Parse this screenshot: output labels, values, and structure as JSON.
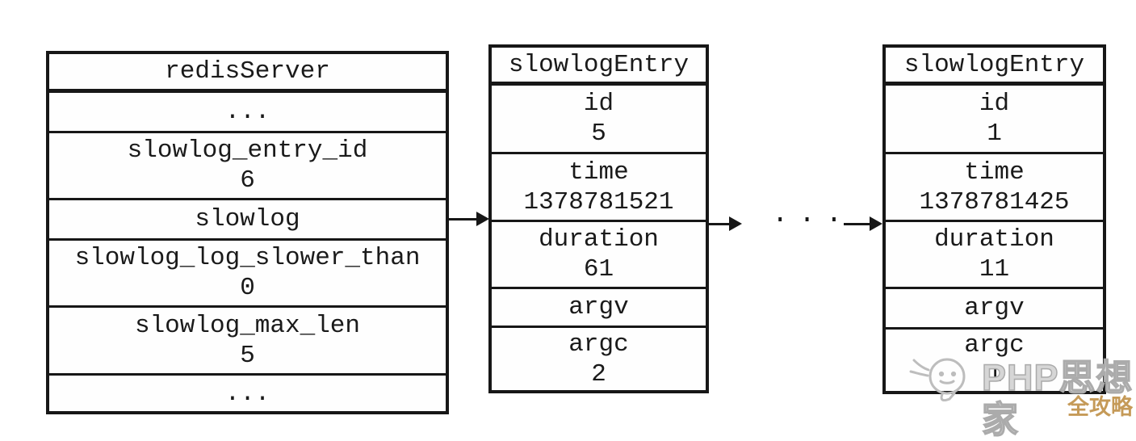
{
  "diagram": {
    "server_box": {
      "title": "redisServer",
      "rows": [
        {
          "name": "..."
        },
        {
          "name": "slowlog_entry_id",
          "value": "6"
        },
        {
          "name": "slowlog"
        },
        {
          "name": "slowlog_log_slower_than",
          "value": "0"
        },
        {
          "name": "slowlog_max_len",
          "value": "5"
        },
        {
          "name": "..."
        }
      ]
    },
    "entry_box_first": {
      "title": "slowlogEntry",
      "rows": [
        {
          "name": "id",
          "value": "5"
        },
        {
          "name": "time",
          "value": "1378781521"
        },
        {
          "name": "duration",
          "value": "61"
        },
        {
          "name": "argv"
        },
        {
          "name": "argc",
          "value": "2"
        }
      ]
    },
    "entry_box_last": {
      "title": "slowlogEntry",
      "rows": [
        {
          "name": "id",
          "value": "1"
        },
        {
          "name": "time",
          "value": "1378781425"
        },
        {
          "name": "duration",
          "value": "11"
        },
        {
          "name": "argv"
        },
        {
          "name": "argc",
          "value": "1"
        }
      ]
    },
    "chain_ellipsis": "...",
    "colors": {
      "line": "#171717",
      "background": "#ffffff",
      "watermark_gray": "#bdbdbd",
      "watermark_gold": "#c59a58"
    }
  },
  "watermark": {
    "brand": "PHP思想家",
    "badge": "全攻略"
  }
}
